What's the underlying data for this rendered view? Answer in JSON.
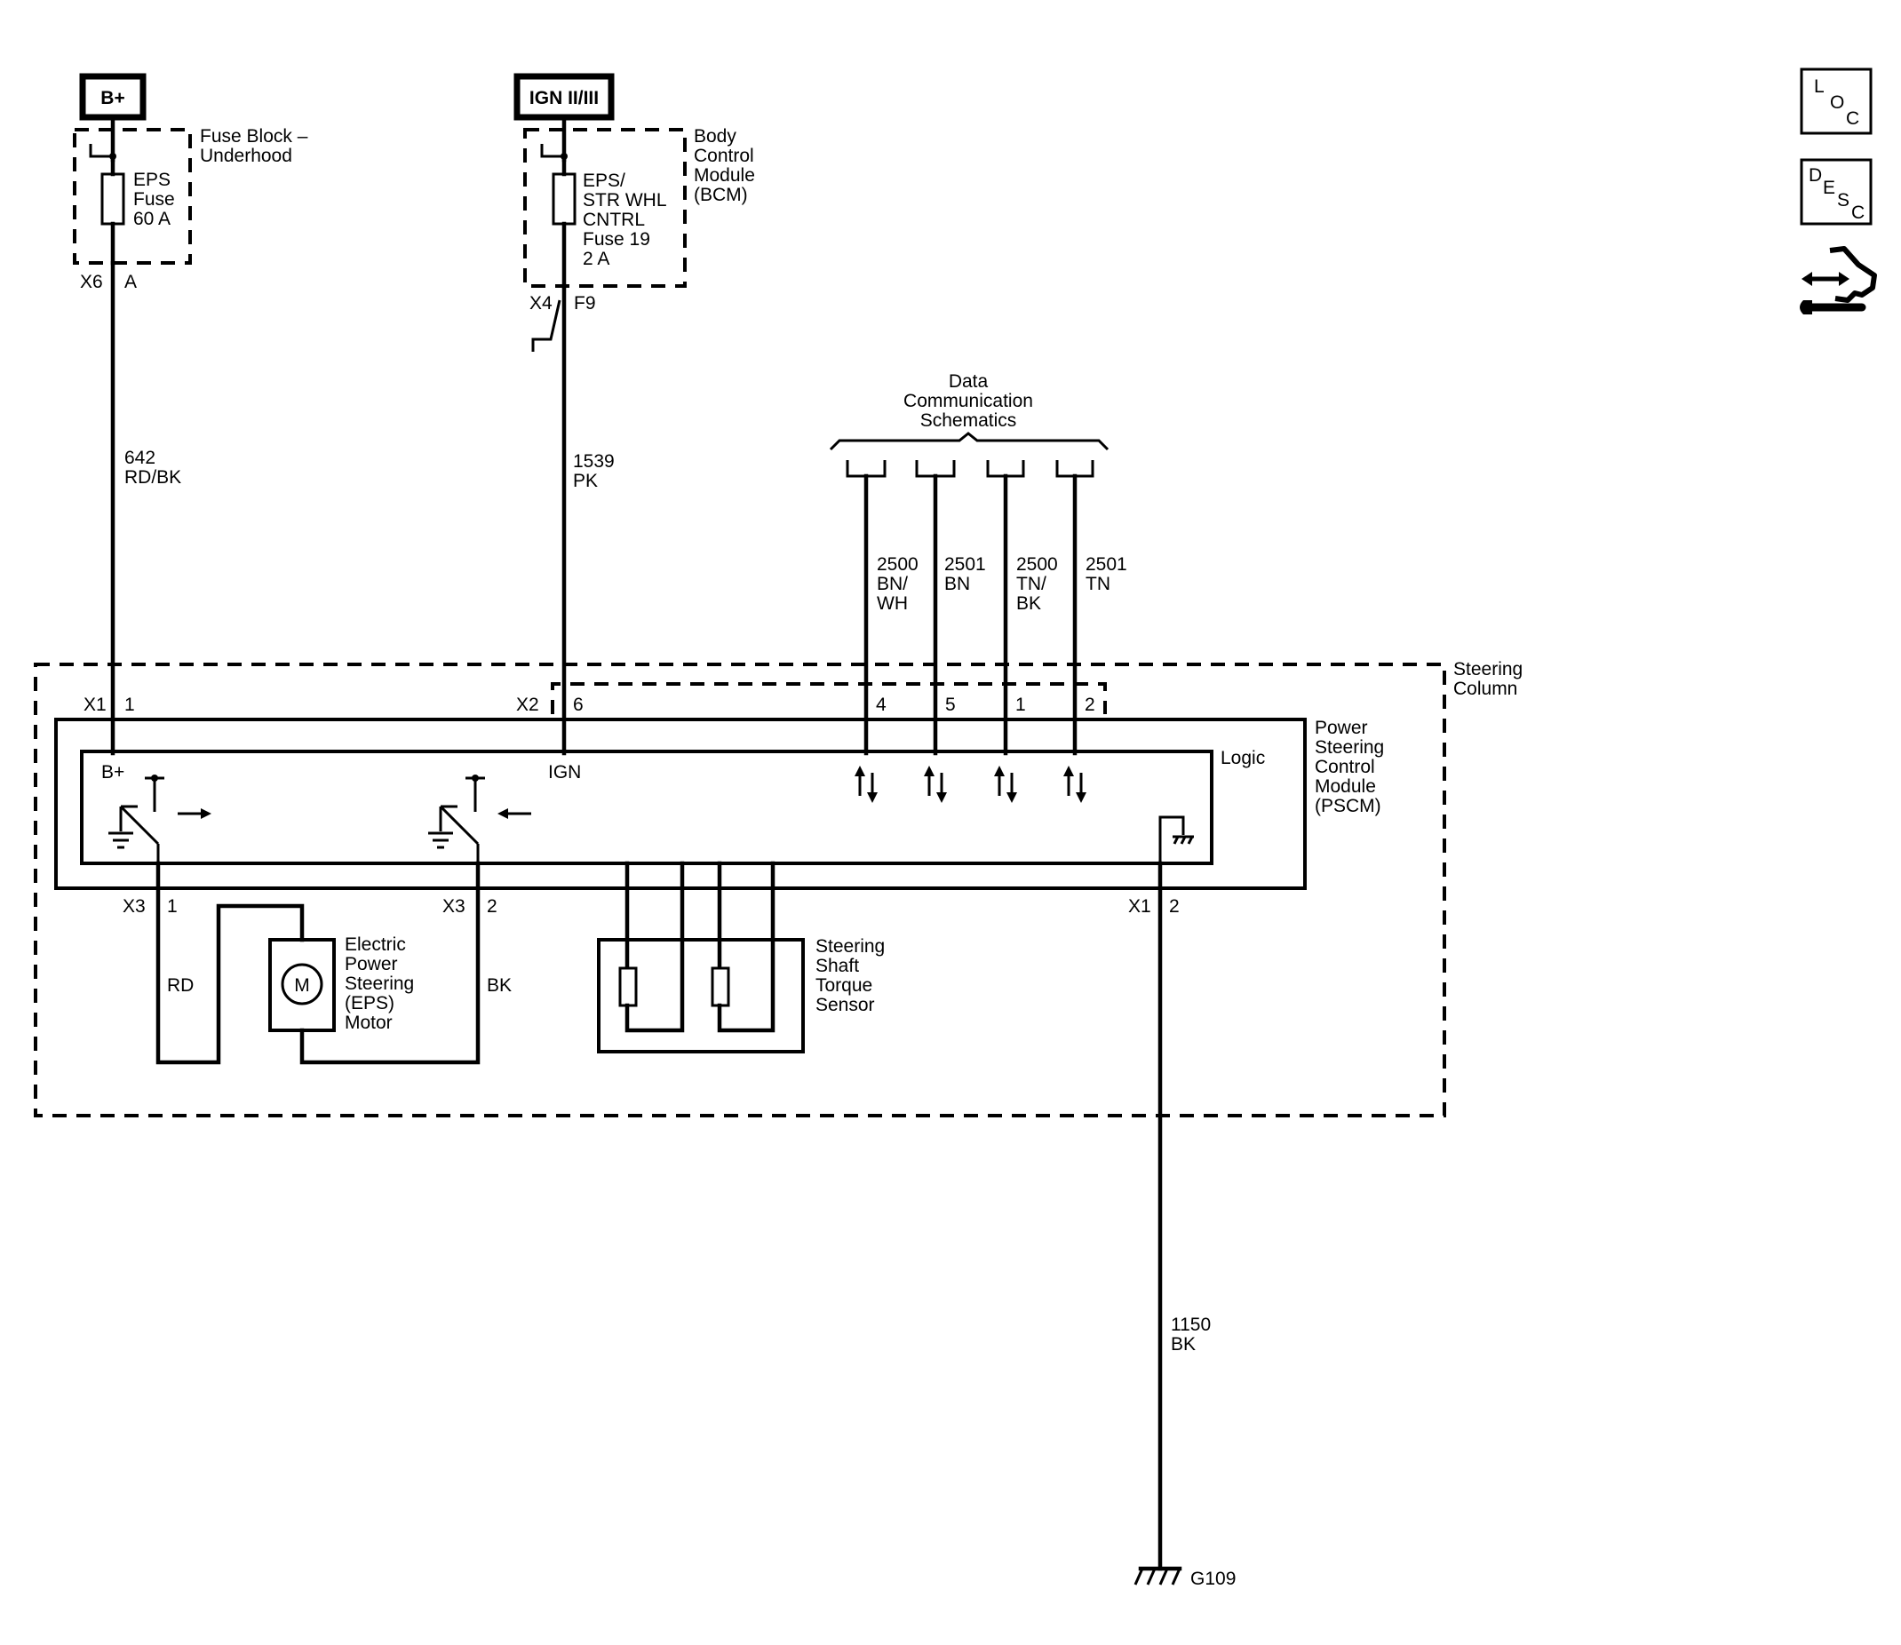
{
  "sources": {
    "bplus": "B+",
    "ign": "IGN II/III"
  },
  "fuse_block": {
    "label_line1": "Fuse Block –",
    "label_line2": "Underhood",
    "fuse_line1": "EPS",
    "fuse_line2": "Fuse",
    "fuse_line3": "60 A",
    "connector": "X6",
    "pin": "A"
  },
  "bcm": {
    "label_line1": "Body",
    "label_line2": "Control",
    "label_line3": "Module",
    "label_line4": "(BCM)",
    "fuse_line1": "EPS/",
    "fuse_line2": "STR WHL",
    "fuse_line3": "CNTRL",
    "fuse_line4": "Fuse 19",
    "fuse_line5": "2 A",
    "connector": "X4",
    "pin": "F9"
  },
  "wires": {
    "w642_num": "642",
    "w642_color": "RD/BK",
    "w1539_num": "1539",
    "w1539_color": "PK",
    "w2500a_num": "2500",
    "w2500a_c1": "BN/",
    "w2500a_c2": "WH",
    "w2501a_num": "2501",
    "w2501a_c1": "BN",
    "w2500b_num": "2500",
    "w2500b_c1": "TN/",
    "w2500b_c2": "BK",
    "w2501b_num": "2501",
    "w2501b_c1": "TN",
    "rd": "RD",
    "bk": "BK",
    "w1150_num": "1150",
    "w1150_color": "BK"
  },
  "data_comm": {
    "line1": "Data",
    "line2": "Communication",
    "line3": "Schematics"
  },
  "steering_column": {
    "line1": "Steering",
    "line2": "Column"
  },
  "pscm": {
    "line1": "Power",
    "line2": "Steering",
    "line3": "Control",
    "line4": "Module",
    "line5": "(PSCM)",
    "logic": "Logic",
    "bplus_in": "B+",
    "ign_in": "IGN",
    "x1": "X1",
    "x1_pin1": "1",
    "x2": "X2",
    "x2_pin6": "6",
    "pin4": "4",
    "pin5": "5",
    "pin1": "1",
    "pin2": "2",
    "x3a": "X3",
    "x3a_pin": "1",
    "x3b": "X3",
    "x3b_pin": "2",
    "x1b": "X1",
    "x1b_pin": "2"
  },
  "motor": {
    "symbol": "M",
    "line1": "Electric",
    "line2": "Power",
    "line3": "Steering",
    "line4": "(EPS)",
    "line5": "Motor"
  },
  "torque_sensor": {
    "line1": "Steering",
    "line2": "Shaft",
    "line3": "Torque",
    "line4": "Sensor"
  },
  "ground": {
    "label": "G109"
  },
  "nav": {
    "loc_l": "L",
    "loc_o": "O",
    "loc_c": "C",
    "desc_d": "D",
    "desc_e": "E",
    "desc_s": "S",
    "desc_c": "C"
  }
}
